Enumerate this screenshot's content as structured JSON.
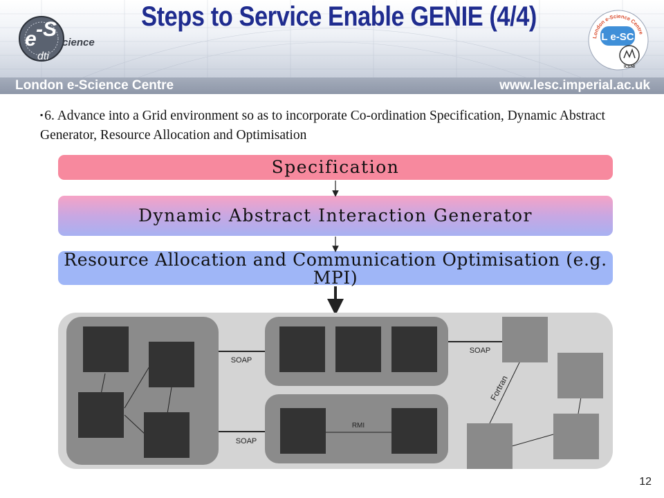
{
  "slide": {
    "title": "Steps to Service Enable GENIE (4/4)",
    "banner_left": "London e-Science Centre",
    "banner_right": "www.lesc.imperial.ac.uk",
    "page_number": "12"
  },
  "logos": {
    "left": {
      "letter_e": "e",
      "letter_s": "-S",
      "word": "cience",
      "sub": "dti"
    },
    "right": {
      "ring": "London e-Science Centre",
      "mark": "L e-SC",
      "sub": "ICENI"
    }
  },
  "bullet": {
    "marker": "▪",
    "text": "6. Advance into a Grid environment so as to incorporate Co-ordination Specification, Dynamic Abstract Generator, Resource Allocation and Optimisation"
  },
  "flow": {
    "specification": "Specification",
    "dynamic": "Dynamic Abstract Interaction Generator",
    "resource_line1": "Resource Allocation and Communication Optimisation (e.g.",
    "resource_line2": "MPI)"
  },
  "links": {
    "soap_top_left": "SOAP",
    "soap_bottom_left": "SOAP",
    "soap_top_right": "SOAP",
    "rmi": "RMI",
    "fortran": "Fortran"
  },
  "colors": {
    "title": "#1f2c8f",
    "spec_box": "#f7899e",
    "resource_box": "#9fb6f7",
    "outer_panel": "#d4d4d4",
    "inner_panel": "#8b8b8b",
    "node_dark": "#333333",
    "node_light": "#8a8a8a"
  }
}
